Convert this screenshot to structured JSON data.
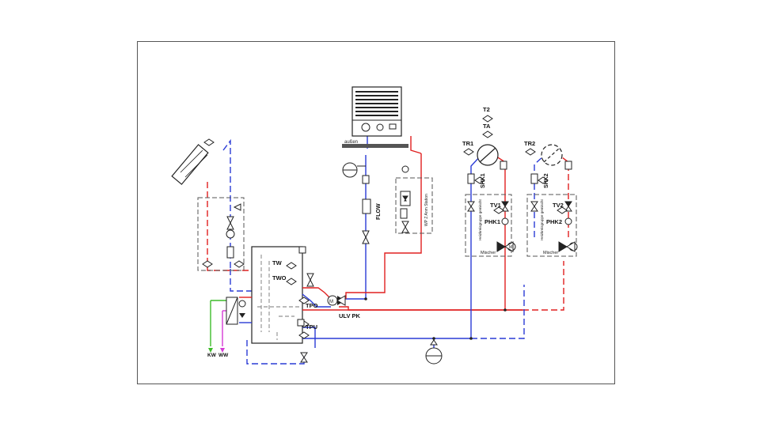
{
  "labels": {
    "tw": "TW",
    "two": "TWO",
    "tpo": "TPO",
    "tpu": "TPU",
    "ulv": "ULV PK",
    "flow": "FLOW",
    "aussen": "außen",
    "station": "WP Z Anm Station",
    "t2": "T2",
    "ta": "TA",
    "tr1": "TR1",
    "tr2": "TR2",
    "shk1": "SHK1",
    "shk2": "SHK2",
    "tv1": "TV1",
    "tv2": "TV2",
    "phk1": "PHK1",
    "phk2": "PHK2",
    "heiz1": "Heizkreisgruppe gemischt",
    "heiz2": "Heizkreisgruppe gemischt",
    "mischer1": "Mischer",
    "mischer2": "Mischer",
    "kw": "KW",
    "ww": "WW",
    "m1": "M",
    "m2": "M"
  },
  "colors": {
    "supply": "#e02020",
    "return": "#2a3bd6",
    "cold_water": "#3dbb2a",
    "hot_water": "#d63ad6",
    "frame": "#555555",
    "symbol": "#222222"
  }
}
